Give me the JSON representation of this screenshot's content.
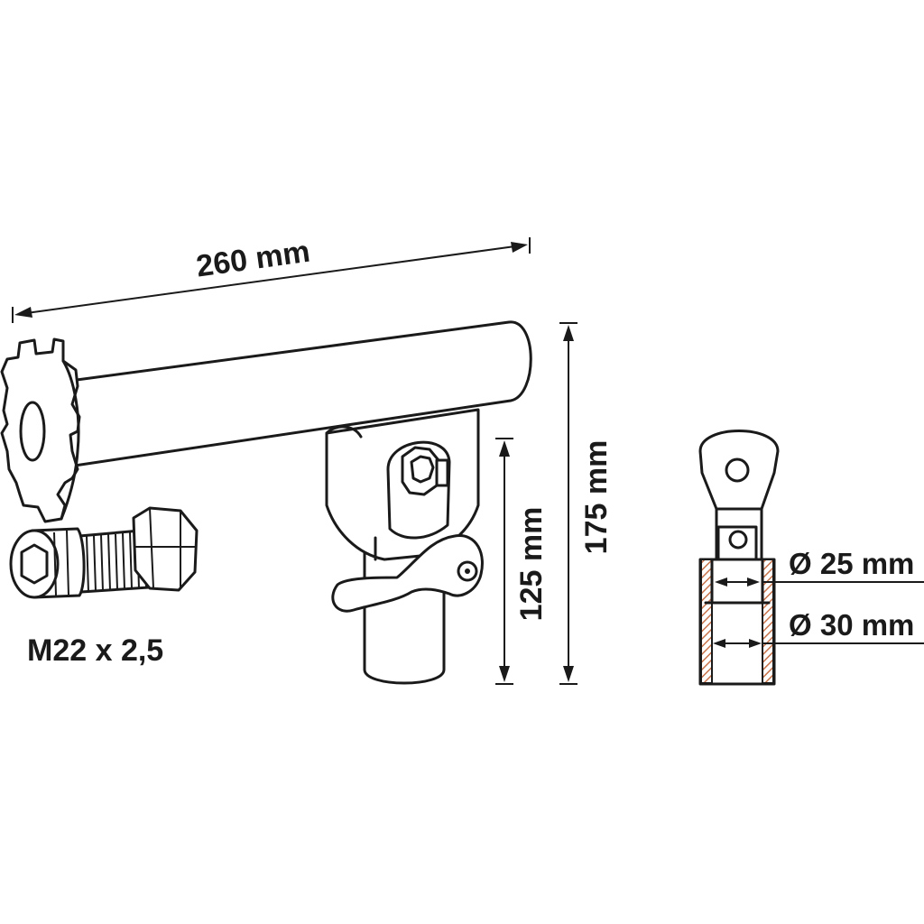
{
  "dimensions": {
    "length": "260 mm",
    "height_lower": "125 mm",
    "height_total": "175 mm",
    "inner_diameter": "Ø 25 mm",
    "outer_diameter": "Ø 30 mm"
  },
  "bolt_thread": "M22 x 2,5",
  "colors": {
    "line": "#1a1a1a",
    "background": "#ffffff",
    "wall_hatch": "#c8734a"
  }
}
